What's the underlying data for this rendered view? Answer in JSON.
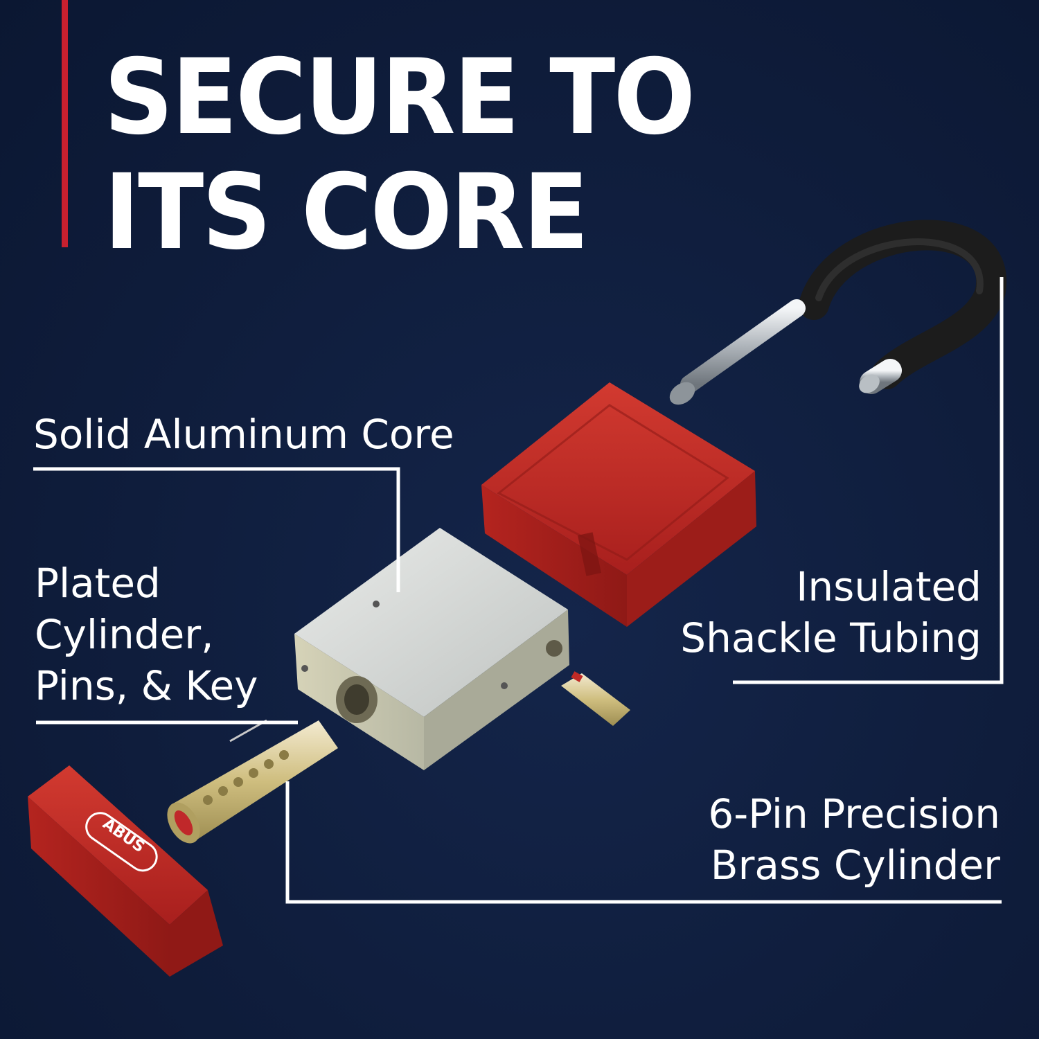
{
  "headline": {
    "line1": "SECURE TO",
    "line2": "ITS CORE"
  },
  "callouts": {
    "aluminum_core": "Solid Aluminum Core",
    "plated_cylinder": [
      "Plated",
      "Cylinder,",
      "Pins, & Key"
    ],
    "shackle_tubing": [
      "Insulated",
      "Shackle Tubing"
    ],
    "brass_cylinder": [
      "6-Pin Precision",
      "Brass Cylinder"
    ]
  },
  "product": {
    "brand": "ABUS"
  },
  "colors": {
    "background": "#0e1b39",
    "accent": "#c8202f",
    "text": "#ffffff",
    "lock_body": "#c02a26",
    "aluminum": "#c9ccca",
    "brass": "#d8c98a",
    "shackle_tube": "#1b1b1b",
    "chrome": "#d9dde1"
  },
  "icons": {
    "lock_body": "padlock-body-icon",
    "shackle": "shackle-icon",
    "core": "aluminum-core-icon",
    "cylinder": "brass-cylinder-icon",
    "bumper": "bumper-cap-icon"
  }
}
